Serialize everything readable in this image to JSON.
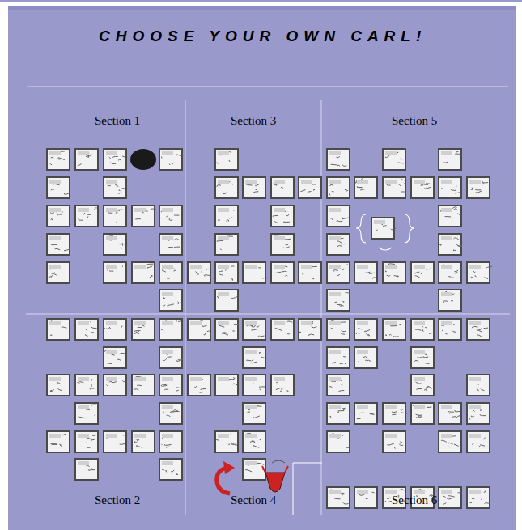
{
  "diagram": {
    "title": "CHOOSE YOUR OWN CARL!",
    "labels": [
      "Section 1",
      "Section 3",
      "Section 5",
      "Section 2",
      "Section 4",
      "Section 6"
    ]
  }
}
